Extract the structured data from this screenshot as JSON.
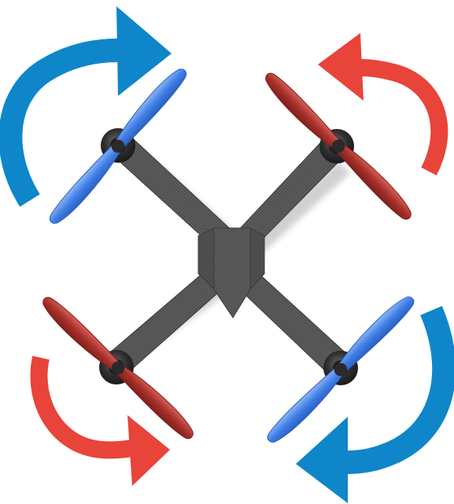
{
  "colors": {
    "background": "#ffffff",
    "clockwise_arrow": "#0e86c9",
    "counter_clockwise_arrow": "#e8443a",
    "blue_propeller": "#4a86e8",
    "red_propeller": "#b3322c",
    "frame": "#5a5a5a",
    "motor": "#2e2e2e"
  },
  "rotors": [
    {
      "position": "front-left",
      "propeller_icon": "blue-propeller-icon",
      "arrow_icon": "clockwise-arrow-icon",
      "direction": "clockwise"
    },
    {
      "position": "front-right",
      "propeller_icon": "red-propeller-icon",
      "arrow_icon": "counter-clockwise-arrow-icon",
      "direction": "counter-clockwise"
    },
    {
      "position": "rear-left",
      "propeller_icon": "red-propeller-icon",
      "arrow_icon": "counter-clockwise-arrow-icon",
      "direction": "counter-clockwise"
    },
    {
      "position": "rear-right",
      "propeller_icon": "blue-propeller-icon",
      "arrow_icon": "clockwise-arrow-icon",
      "direction": "clockwise"
    }
  ]
}
